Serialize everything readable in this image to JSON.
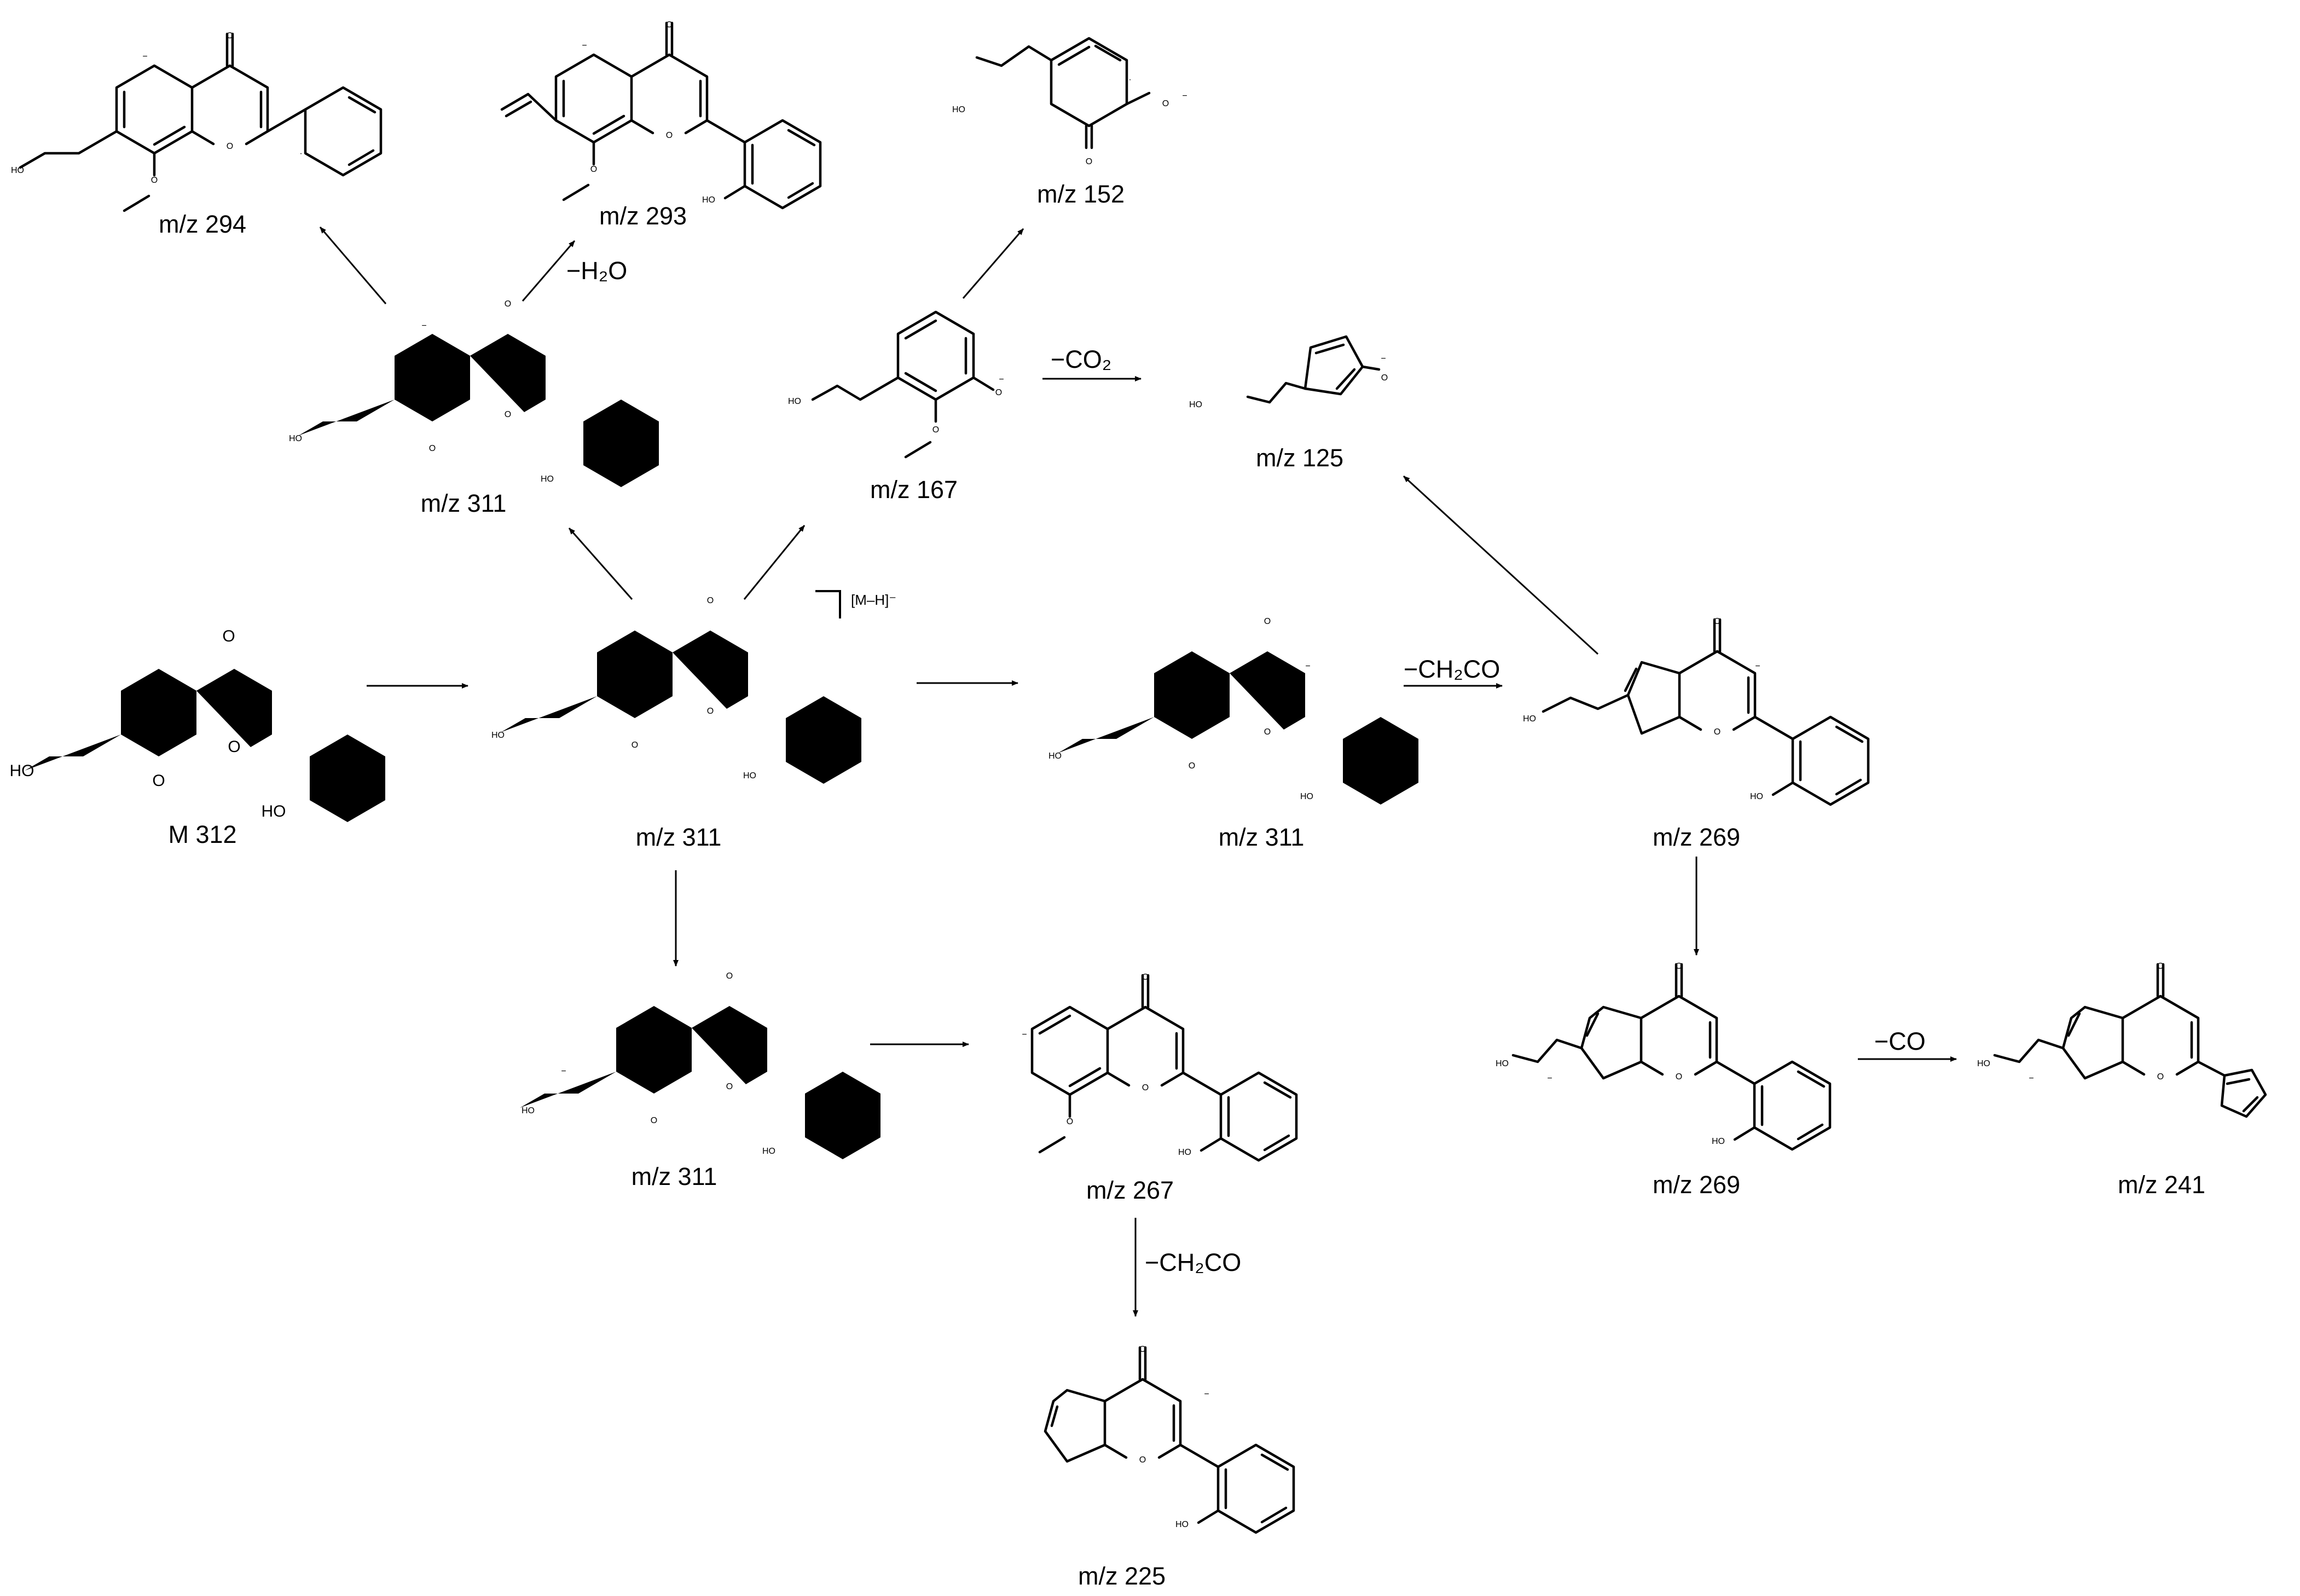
{
  "atoms": {
    "oxygen": "O",
    "hydroxyl": "HO",
    "anion_oxygen": "O"
  },
  "charges": {
    "minus": "−",
    "radical": "·"
  },
  "bracket_label": "[M–H]⁻",
  "losses": {
    "h2o": "−H₂O",
    "co2": "−CO₂",
    "ch2co_1": "−CH₂CO",
    "ch2co_2": "−CH₂CO",
    "co": "−CO"
  },
  "labels": {
    "m312": "M 312",
    "center_311": "m/z 311",
    "top_311": "m/z 311",
    "right_311": "m/z 311",
    "bottom_311": "m/z 311",
    "m294": "m/z 294",
    "m293": "m/z 293",
    "m152": "m/z 152",
    "m167": "m/z 167",
    "m125": "m/z 125",
    "m269_top": "m/z 269",
    "m269_bottom": "m/z 269",
    "m241": "m/z 241",
    "m267": "m/z 267",
    "m225": "m/z 225"
  }
}
